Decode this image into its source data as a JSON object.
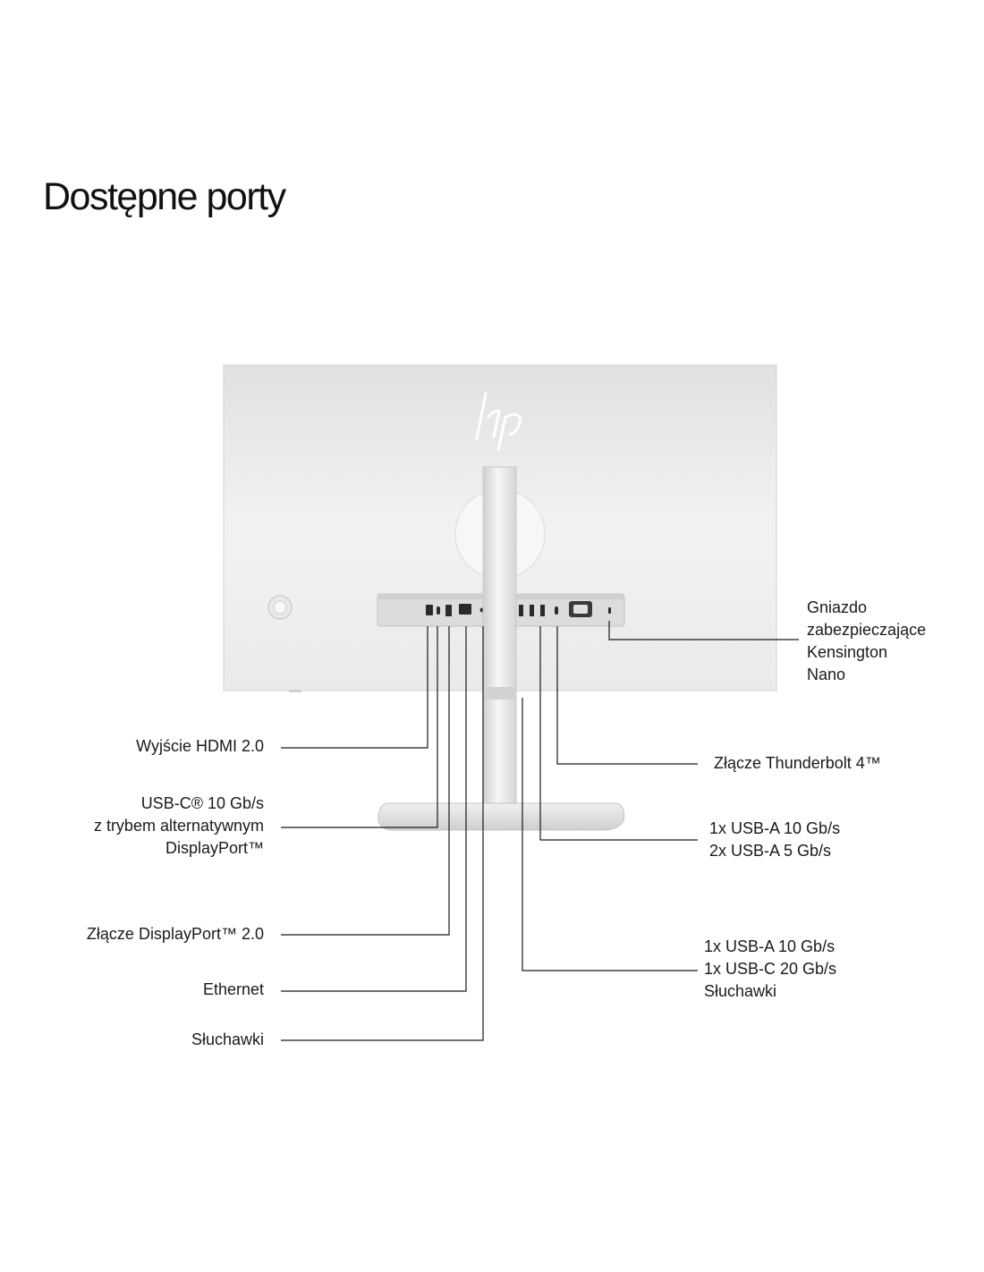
{
  "title": "Dostępne porty",
  "logo_text": "hp",
  "colors": {
    "background": "#ffffff",
    "monitor_panel": "#eceaea",
    "stand": "#e4e4e4",
    "line": "#1a1a1a"
  },
  "left_labels": [
    {
      "lines": [
        "Wyjście HDMI 2.0"
      ]
    },
    {
      "lines": [
        "USB-C® 10 Gb/s",
        "z trybem alternatywnym",
        "DisplayPort™"
      ]
    },
    {
      "lines": [
        "Złącze DisplayPort™ 2.0"
      ]
    },
    {
      "lines": [
        "Ethernet"
      ]
    },
    {
      "lines": [
        "Słuchawki"
      ]
    }
  ],
  "right_labels": [
    {
      "lines": [
        "Gniazdo",
        "zabezpieczające",
        "Kensington",
        "Nano"
      ]
    },
    {
      "lines": [
        "Złącze Thunderbolt 4™"
      ]
    },
    {
      "lines": [
        "1x USB-A 10 Gb/s",
        "2x USB-A 5 Gb/s"
      ]
    },
    {
      "lines": [
        "1x USB-A 10 Gb/s",
        "1x USB-C 20 Gb/s",
        "Słuchawki"
      ]
    }
  ]
}
